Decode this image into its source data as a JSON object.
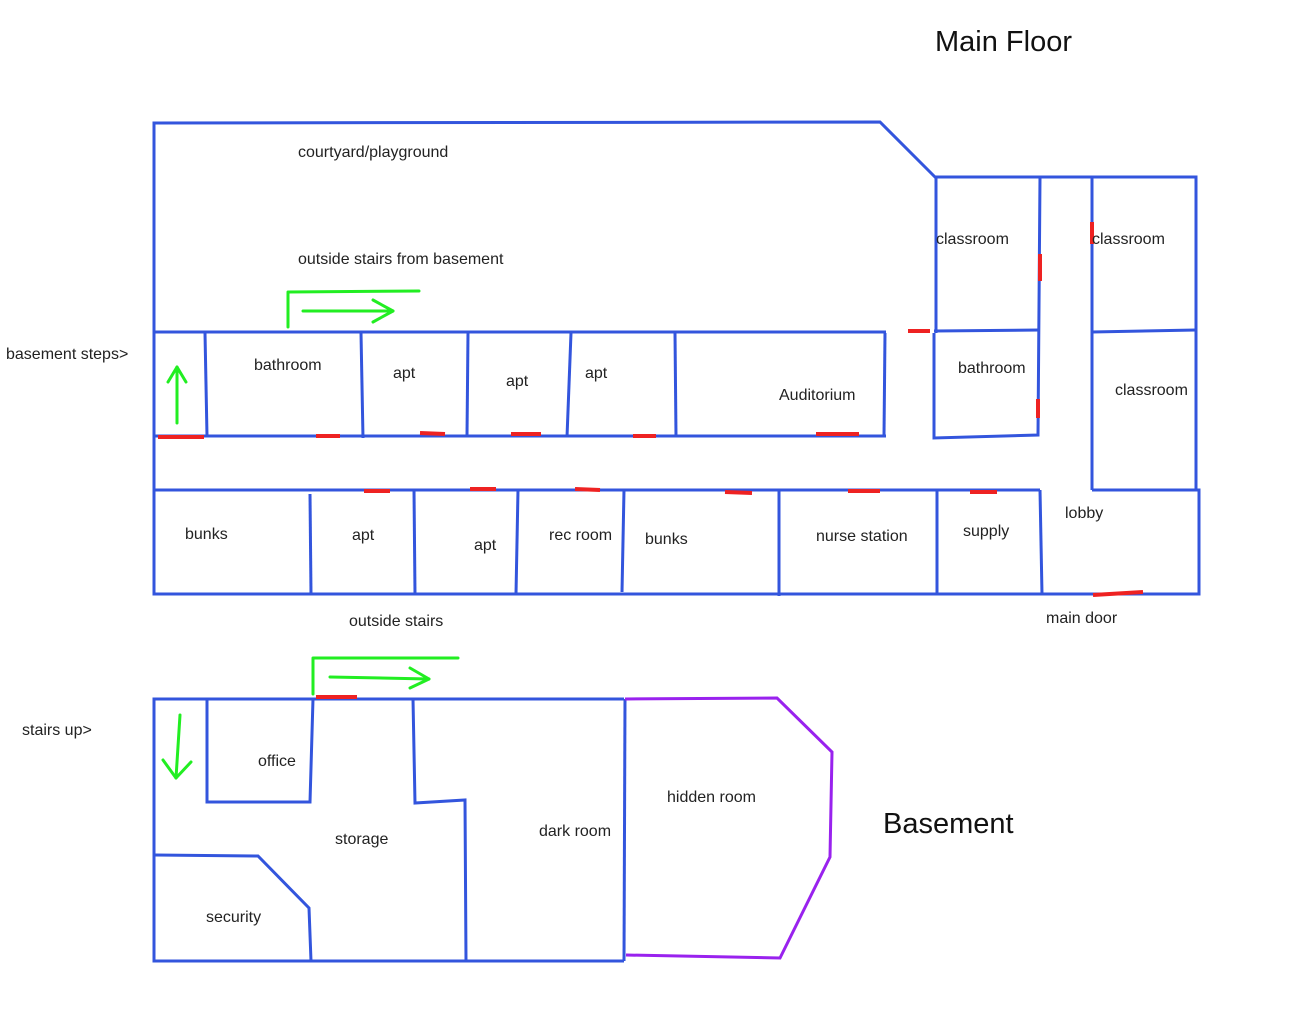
{
  "titles": {
    "main_floor": "Main Floor",
    "basement": "Basement"
  },
  "main_floor": {
    "courtyard": "courtyard/playground",
    "outside_stairs_from_basement": "outside stairs from basement",
    "basement_steps": "basement steps>",
    "bathroom_left": "bathroom",
    "apt_1": "apt",
    "apt_2": "apt",
    "apt_3": "apt",
    "auditorium": "Auditorium",
    "classroom_1": "classroom",
    "classroom_2": "classroom",
    "classroom_3": "classroom",
    "bathroom_right": "bathroom",
    "bunks_1": "bunks",
    "apt_4": "apt",
    "apt_5": "apt",
    "rec_room": "rec room",
    "bunks_2": "bunks",
    "nurse_station": "nurse station",
    "supply": "supply",
    "lobby": "lobby",
    "outside_stairs": "outside stairs",
    "main_door": "main door"
  },
  "basement_floor": {
    "stairs_up": "stairs up>",
    "office": "office",
    "storage": "storage",
    "dark_room": "dark room",
    "hidden_room": "hidden room",
    "security": "security"
  },
  "colors": {
    "wall": "#3355dd",
    "door": "#ee2222",
    "stairs_arrow": "#22ee22",
    "hidden_wall": "#9922ee"
  }
}
